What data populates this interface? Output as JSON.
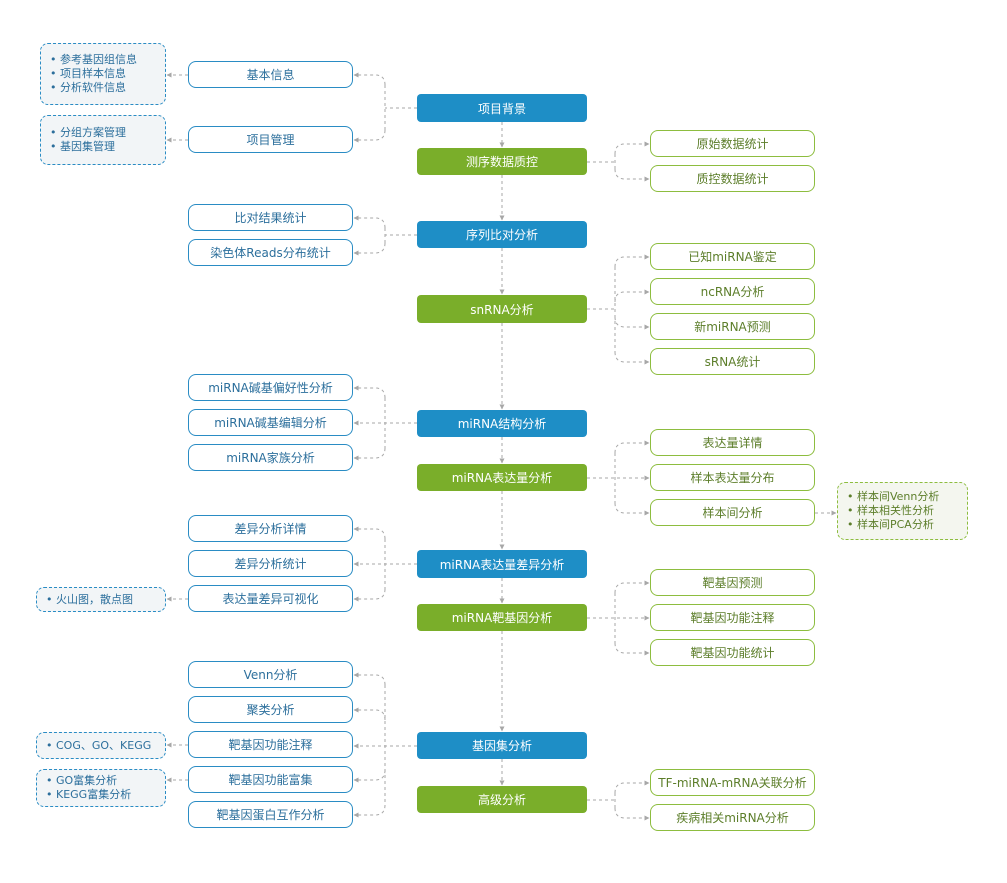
{
  "colors": {
    "center_blue": "#1e8ec6",
    "center_green": "#7aae2a",
    "left_border": "#2a8cc4",
    "right_border": "#8dbd3f",
    "connector": "#a7a7a7"
  },
  "center": {
    "project_background": "项目背景",
    "sequencing_qc": "测序数据质控",
    "alignment": "序列比对分析",
    "snrna": "snRNA分析",
    "mirna_structure": "miRNA结构分析",
    "mirna_expression": "miRNA表达量分析",
    "mirna_diff_expression": "miRNA表达量差异分析",
    "mirna_target": "miRNA靶基因分析",
    "gene_set": "基因集分析",
    "advanced": "高级分析"
  },
  "left": {
    "basic_info": "基本信息",
    "project_management": "项目管理",
    "alignment_stats": "比对结果统计",
    "chromosome_reads": "染色体Reads分布统计",
    "base_bias": "miRNA碱基偏好性分析",
    "base_editing": "miRNA碱基编辑分析",
    "family": "miRNA家族分析",
    "diff_details": "差异分析详情",
    "diff_stats": "差异分析统计",
    "diff_visual": "表达量差异可视化",
    "venn": "Venn分析",
    "cluster": "聚类分析",
    "target_annotation": "靶基因功能注释",
    "target_enrichment": "靶基因功能富集",
    "ppi": "靶基因蛋白互作分析"
  },
  "right": {
    "raw_stats": "原始数据统计",
    "qc_stats": "质控数据统计",
    "known_mirna": "已知miRNA鉴定",
    "ncrna": "ncRNA分析",
    "novel_mirna": "新miRNA预测",
    "srna_stats": "sRNA统计",
    "expr_details": "表达量详情",
    "sample_expr_dist": "样本表达量分布",
    "inter_sample": "样本间分析",
    "target_prediction": "靶基因预测",
    "target_func_annotation": "靶基因功能注释",
    "target_func_stats": "靶基因功能统计",
    "tf_network": "TF-miRNA-mRNA关联分析",
    "disease_mirna": "疾病相关miRNA分析"
  },
  "notes": {
    "basic_info": [
      "• 参考基因组信息",
      "• 项目样本信息",
      "• 分析软件信息"
    ],
    "project_management": [
      "• 分组方案管理",
      "• 基因集管理"
    ],
    "diff_visual": [
      "• 火山图，散点图"
    ],
    "target_annotation": [
      "• COG、GO、KEGG"
    ],
    "target_enrichment": [
      "• GO富集分析",
      "• KEGG富集分析"
    ],
    "inter_sample": [
      "• 样本间Venn分析",
      "• 样本相关性分析",
      "• 样本间PCA分析"
    ]
  }
}
